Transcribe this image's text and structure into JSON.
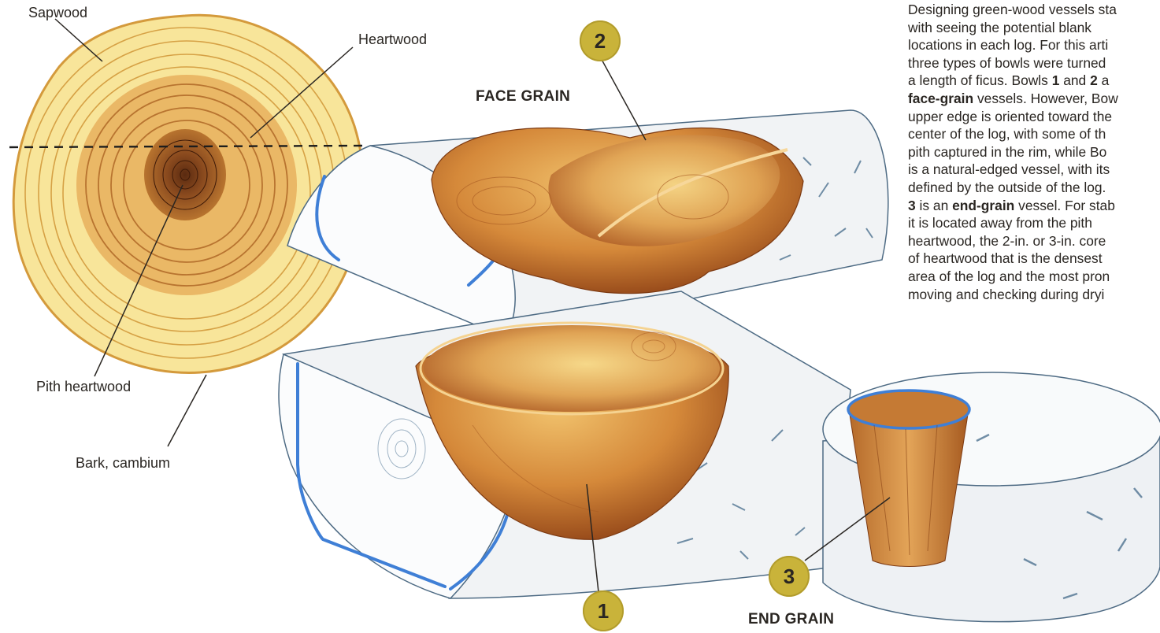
{
  "labels": {
    "sapwood": "Sapwood",
    "heartwood": "Heartwood",
    "pith_heartwood": "Pith heartwood",
    "bark_cambium": "Bark, cambium"
  },
  "headings": {
    "face_grain": "FACE GRAIN",
    "end_grain": "END GRAIN"
  },
  "badges": {
    "bowl_1": "1",
    "bowl_2": "2",
    "vessel_3": "3"
  },
  "caption": {
    "line_01": "Designing green-wood vessels sta",
    "line_02": "with seeing the potential blank",
    "line_03": "locations in each log. For this arti",
    "line_04": "three types of bowls were turned",
    "line_05a": "a length of ficus. Bowls ",
    "line_05b": "1",
    "line_05c": " and ",
    "line_05d": "2",
    "line_05e": " a",
    "line_06a": "face-grain",
    "line_06b": " vessels. However, Bow",
    "line_07": "upper edge is oriented toward the",
    "line_08": "center of the log, with some of th",
    "line_09": "pith captured in the rim, while Bo",
    "line_10": "is a natural-edged vessel, with its",
    "line_11": "defined by the outside of the log.",
    "line_12a": "3",
    "line_12b": " is an ",
    "line_12c": "end-grain",
    "line_12d": " vessel. For stab",
    "line_13": "it is located away from the pith",
    "line_14": "heartwood, the 2-in. or 3-in. core",
    "line_15": "of heartwood that is the densest",
    "line_16": "area of the log and the most pron",
    "line_17": "moving and checking during dryi"
  },
  "colors": {
    "sapwood": "#f7e08a",
    "ring_line": "#c9902f",
    "heartwood": "#a8622a",
    "pith": "#5a2a10",
    "bowl_wood": "#d58a3a",
    "bowl_dark": "#9a4b1a",
    "log_bark": "#5d7d96",
    "blank_outline": "#3f7fd6",
    "badge": "#c9b33a",
    "text": "#2a2622"
  },
  "icons": {
    "cross_section": "log-cross-section-illustration",
    "face_grain_log": "face-grain-log-illustration",
    "end_grain_log": "end-grain-log-illustration"
  }
}
